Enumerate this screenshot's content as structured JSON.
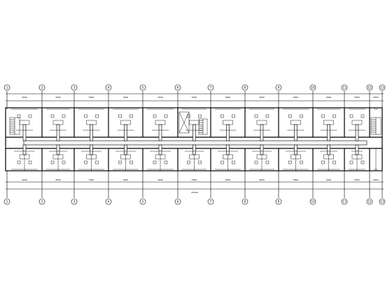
{
  "drawing": {
    "axis_bubbles_top": [
      "1",
      "2",
      "3",
      "4",
      "5",
      "6",
      "7",
      "8",
      "9",
      "10",
      "11",
      "12",
      "13"
    ],
    "axis_bubbles_bottom": [
      "1",
      "2",
      "3",
      "4",
      "5",
      "6",
      "7",
      "8",
      "9",
      "10",
      "11",
      "12",
      "13"
    ],
    "dimension_text": "3600",
    "overall_dimension_text": "43200"
  },
  "colors": {
    "line": "#000000",
    "background": "#ffffff",
    "duct_fill": "#f4f4f4"
  }
}
